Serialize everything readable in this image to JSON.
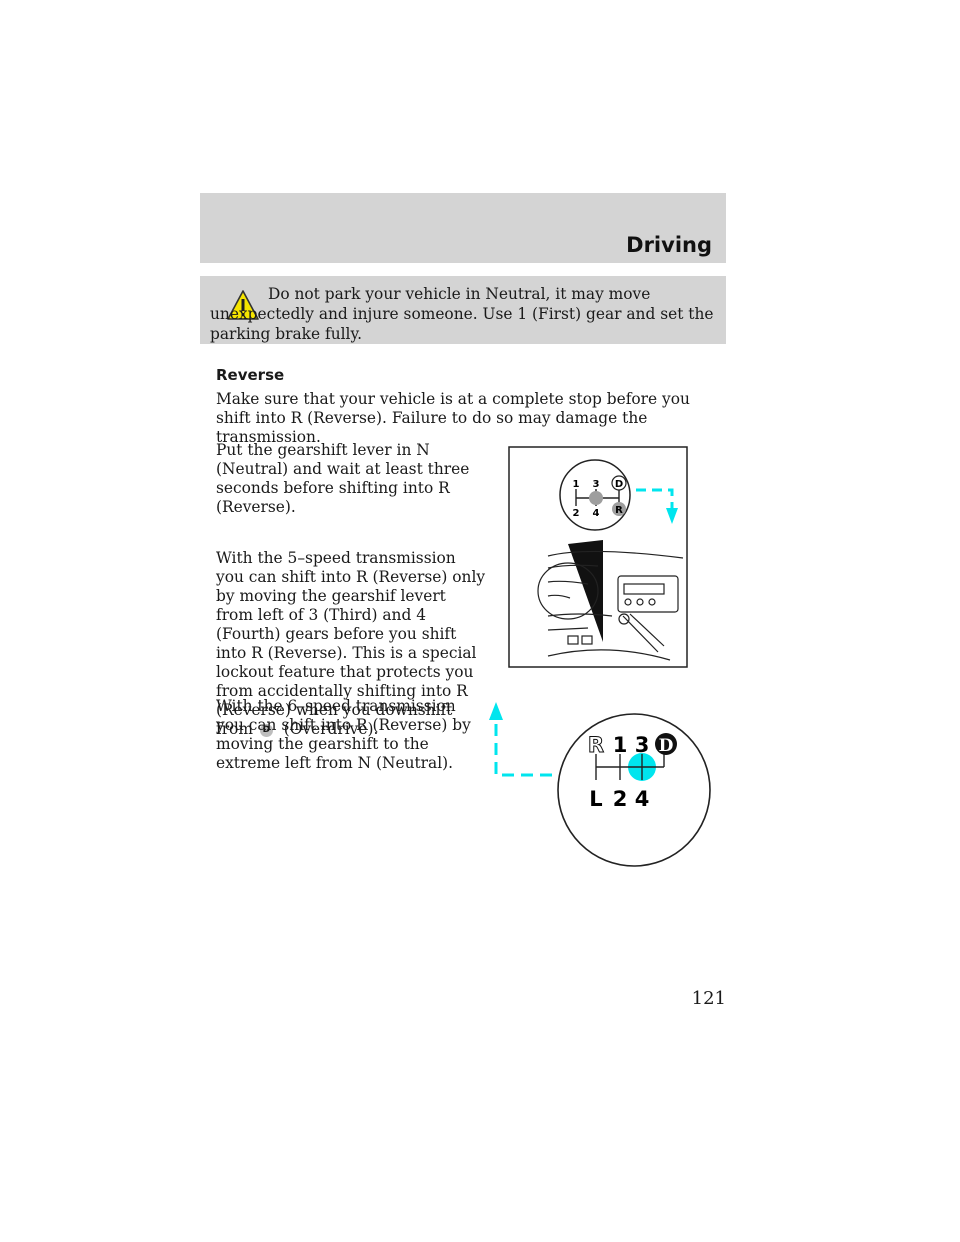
{
  "header": {
    "section": "Driving"
  },
  "warning": {
    "icon": "warning-triangle-icon",
    "text": "Do not park your vehicle in Neutral, it may move unexpectedly and injure someone. Use 1 (First) gear and set the parking brake fully."
  },
  "reverse": {
    "heading": "Reverse",
    "p1": "Make sure that your vehicle is at a complete stop before you shift into R (Reverse). Failure to do so may damage the transmission.",
    "p2": "Put the gearshift lever in N (Neutral) and wait at least three seconds before shifting into R (Reverse).",
    "p3_before": "With the 5–speed transmission you can shift into R (Reverse) only by moving the gearshif levert from left of 3 (Third) and 4 (Fourth) gears before you shift into R (Reverse). This is a special lockout feature that protects you from accidentally shifting into R (Reverse) when you downshift from",
    "p3_symbol": "D",
    "p3_after": "(Overdrive).",
    "p4": "With the 6–speed transmission you can shift into R (Reverse) by moving the gearshift to the extreme left from N (Neutral)."
  },
  "diagram5": {
    "labels": {
      "one": "1",
      "three": "3",
      "d": "D",
      "two": "2",
      "four": "4",
      "r": "R"
    }
  },
  "diagram6": {
    "labels": {
      "r": "R",
      "one": "1",
      "three": "3",
      "d": "D",
      "l": "L",
      "two": "2",
      "four": "4"
    }
  },
  "page": {
    "number": "121"
  },
  "colors": {
    "band": "#d4d4d4",
    "warning": "#f5e400",
    "arrow": "#00e5ee",
    "dot": "#00e5ee"
  }
}
